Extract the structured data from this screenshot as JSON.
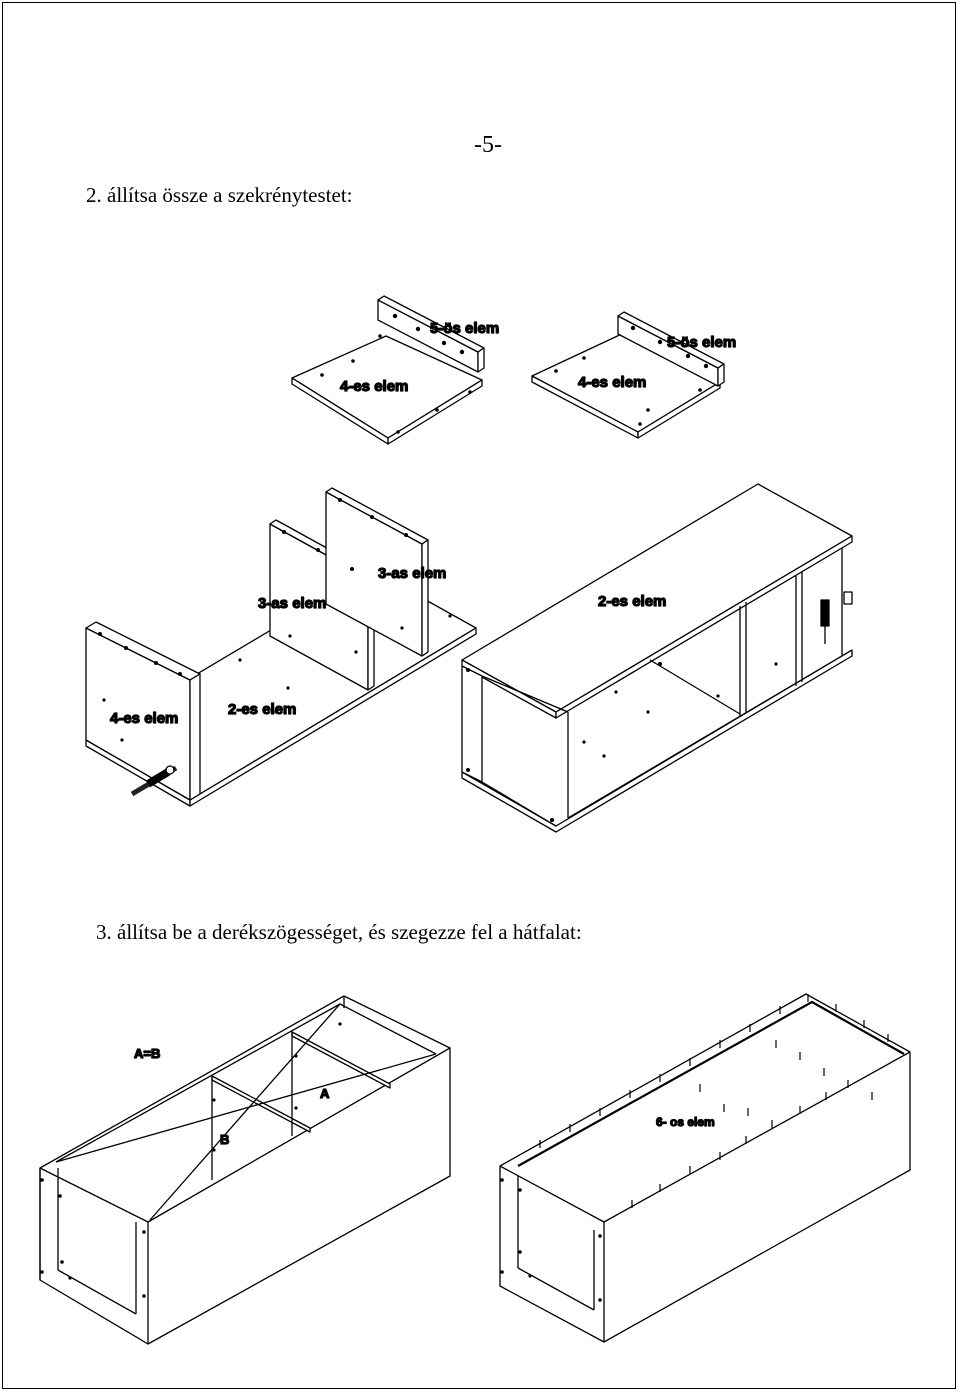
{
  "page": {
    "number": "-5-"
  },
  "steps": [
    {
      "text": "2. állítsa össze a szekrénytestet:"
    },
    {
      "text": "3. állítsa be a derékszögességet, és szegezze fel a hátfalat:"
    }
  ],
  "labels": {
    "top_left_5": "5-ös elem",
    "top_left_4": "4-es elem",
    "top_right_5": "5-ös elem",
    "top_right_4": "4-es elem",
    "mid_3a": "3-as elem",
    "mid_3b": "3-as elem",
    "mid_4": "4-es elem",
    "mid_2": "2-es elem",
    "right_2": "2-es elem",
    "ab_eq": "A=B",
    "a": "A",
    "b": "B",
    "back_6": "6- os elem"
  }
}
